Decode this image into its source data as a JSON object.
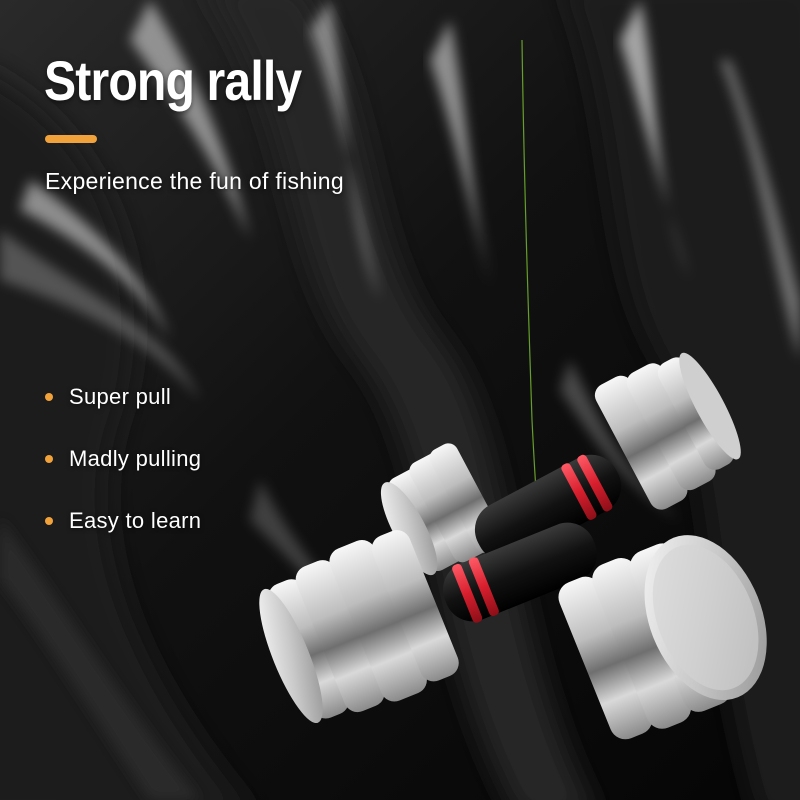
{
  "headline": "Strong rally",
  "subtitle": "Experience the fun of fishing",
  "features": [
    {
      "label": "Super pull"
    },
    {
      "label": "Madly pulling"
    },
    {
      "label": "Easy to learn"
    }
  ],
  "colors": {
    "accent": "#f2a23a",
    "text": "#ffffff",
    "background": "#0d0d0d",
    "grip_red": "#d81f2e",
    "grip_black": "#151515",
    "line_green": "#6fae2e"
  },
  "icons": [
    "bullet-dot-icon",
    "dumbbell-image",
    "fishing-line"
  ]
}
